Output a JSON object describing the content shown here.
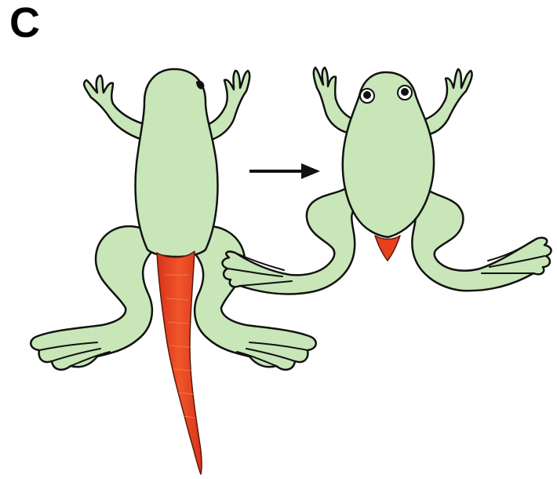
{
  "panel": {
    "label": "C"
  },
  "colors": {
    "frog_skin": "#c8e6b8",
    "outline": "#111111",
    "tail": "#e8401c",
    "background": "#ffffff"
  },
  "stages": [
    {
      "name": "tadpole-with-tail",
      "tail": "long"
    },
    {
      "name": "froglet-after-tail-regression",
      "tail": "stub"
    }
  ],
  "arrow": {
    "direction": "right"
  }
}
